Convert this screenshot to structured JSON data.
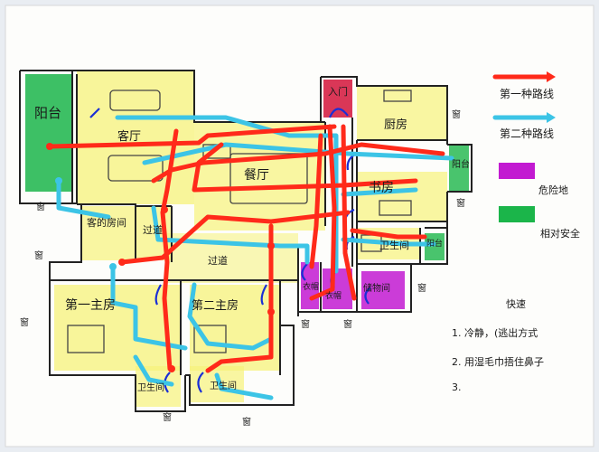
{
  "rooms": {
    "balcony_west": "阳台",
    "living_room": "客厅",
    "dining_room": "餐厅",
    "entrance": "入门",
    "kitchen": "厨房",
    "study": "书房",
    "bathroom": "卫生间",
    "balcony_east_top": "阳台",
    "balcony_east_bottom": "阳台",
    "guest_room": "客的房间",
    "corridor_left": "过道",
    "corridor_center": "过道",
    "master_1": "第一主房",
    "master_2": "第二主房",
    "wc_1": "卫生间",
    "wc_2": "卫生间",
    "storage": "储物间",
    "closet_1": "衣帽",
    "closet_2": "衣帽"
  },
  "windows": {
    "kitchen": "窗",
    "study": "窗",
    "west": "窗",
    "master_1": "窗",
    "storage": "窗",
    "bottom_1": "窗",
    "bottom_2": "窗",
    "bottom_3": "窗",
    "bottom_4": "窗",
    "storage_2": "窗"
  },
  "legend": {
    "route_1": "第一种路线",
    "route_2": "第二种路线",
    "danger": "危险地",
    "safe": "相对安全"
  },
  "notes": {
    "title": "快速",
    "line_1": "1. 冷静，(逃出方式",
    "line_2": "2. 用湿毛巾捂住鼻子",
    "line_3": "3."
  },
  "colors": {
    "route_1": "#ff2a1a",
    "route_2": "#3cc4e6",
    "danger": "#c21ad1",
    "safe": "#1bb54a",
    "room_fill": "#f6f27a",
    "door_blue": "#1a2fd6"
  }
}
